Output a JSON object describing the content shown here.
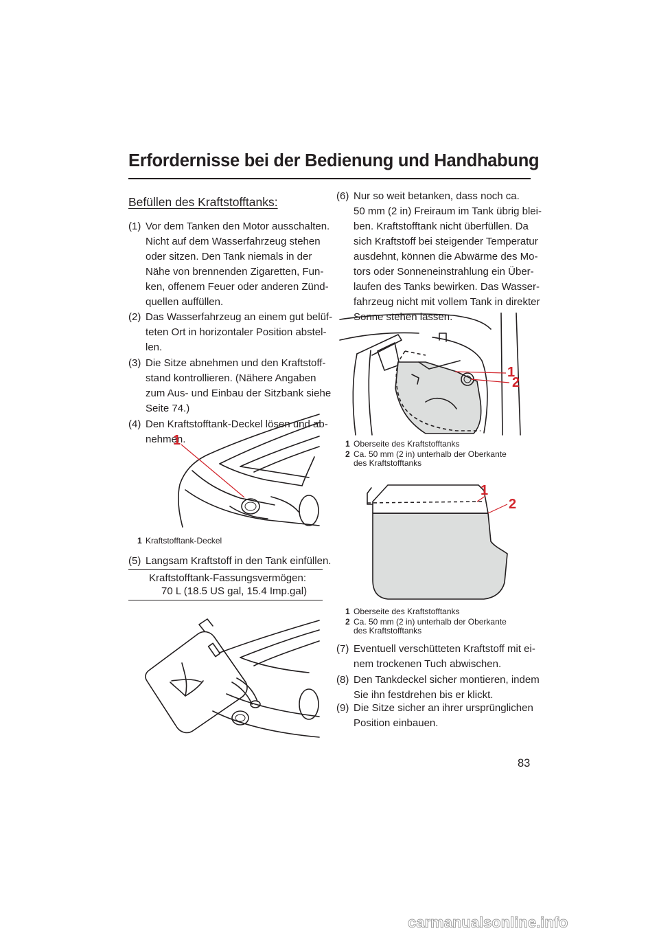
{
  "header": {
    "title": "Erfordernisse bei der Bedienung und Handhabung"
  },
  "section": {
    "heading": "Befüllen des Kraftstofftanks:"
  },
  "steps": [
    {
      "num": "(1)",
      "lines": [
        "Vor dem Tanken den Motor ausschalten.",
        "Nicht auf dem Wasserfahrzeug stehen",
        "oder sitzen. Den Tank niemals in der",
        "Nähe von brennenden Zigaretten, Fun-",
        "ken, offenem Feuer oder anderen Zünd-",
        "quellen auffüllen."
      ]
    },
    {
      "num": "(2)",
      "lines": [
        "Das Wasserfahrzeug an einem gut belüf-",
        "teten Ort in horizontaler Position abstel-",
        "len."
      ]
    },
    {
      "num": "(3)",
      "lines": [
        "Die Sitze abnehmen und den Kraftstoff-",
        "stand kontrollieren. (Nähere Angaben",
        "zum Aus- und Einbau der Sitzbank siehe",
        "Seite 74.)"
      ]
    },
    {
      "num": "(4)",
      "lines": [
        "Den Kraftstofftank-Deckel lösen und ab-",
        "nehmen."
      ]
    },
    {
      "num": "(5)",
      "lines": [
        "Langsam Kraftstoff in den Tank einfüllen."
      ]
    },
    {
      "num": "(6)",
      "lines": [
        "Nur so weit betanken, dass noch ca.",
        "50 mm (2 in) Freiraum im Tank übrig blei-",
        "ben. Kraftstofftank nicht überfüllen. Da",
        "sich Kraftstoff bei steigender Temperatur",
        "ausdehnt, können die Abwärme des Mo-",
        "tors oder Sonneneinstrahlung ein Über-",
        "laufen des Tanks bewirken. Das Wasser-",
        "fahrzeug nicht mit vollem Tank in direkter",
        "Sonne stehen lassen."
      ]
    },
    {
      "num": "(7)",
      "lines": [
        "Eventuell verschütteten Kraftstoff mit ei-",
        "nem trockenen Tuch abwischen."
      ]
    },
    {
      "num": "(8)",
      "lines": [
        "Den Tankdeckel sicher montieren, indem",
        "Sie ihn festdrehen bis er klickt."
      ]
    },
    {
      "num": "(9)",
      "lines": [
        "Die Sitze sicher an ihrer ursprünglichen",
        "Position einbauen."
      ]
    }
  ],
  "figure1": {
    "callout": "1",
    "captions": [
      {
        "key": "1",
        "text": "Kraftstofftank-Deckel"
      }
    ]
  },
  "capacity_box": {
    "label": "Kraftstofftank-Fassungsvermögen:",
    "value": "70 L (18.5 US gal, 15.4 Imp.gal)"
  },
  "figure3": {
    "callouts": [
      "1",
      "2"
    ],
    "captions": [
      {
        "key": "1",
        "lines": [
          "Oberseite des Kraftstofftanks"
        ]
      },
      {
        "key": "2",
        "lines": [
          "Ca. 50 mm (2 in) unterhalb der Oberkante",
          "des Kraftstofftanks"
        ]
      }
    ]
  },
  "figure4": {
    "callouts": [
      "1",
      "2"
    ],
    "captions": [
      {
        "key": "1",
        "lines": [
          "Oberseite des Kraftstofftanks"
        ]
      },
      {
        "key": "2",
        "lines": [
          "Ca. 50 mm (2 in) unterhalb der Oberkante",
          "des Kraftstofftanks"
        ]
      }
    ]
  },
  "footer": {
    "page_number": "83",
    "watermark": "carmanualsonline.info"
  },
  "colors": {
    "text": "#231f20",
    "callout": "#d2232a",
    "tank_fill": "#dcdedd"
  }
}
